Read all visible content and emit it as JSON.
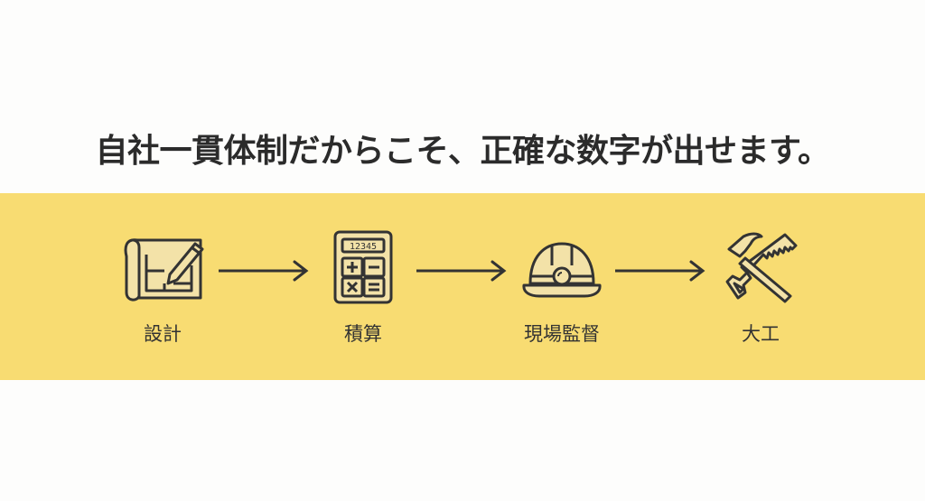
{
  "title": "自社一貫体制だからこそ、正確な数字が出せます。",
  "colors": {
    "band": "#f8dc72",
    "icon_fill": "#f3e2a8",
    "stroke": "#333333"
  },
  "steps": [
    {
      "label": "設計",
      "icon": "blueprint-pencil-icon"
    },
    {
      "label": "積算",
      "icon": "calculator-icon",
      "display": "12345"
    },
    {
      "label": "現場監督",
      "icon": "hard-hat-icon"
    },
    {
      "label": "大工",
      "icon": "hammer-saw-icon"
    }
  ]
}
